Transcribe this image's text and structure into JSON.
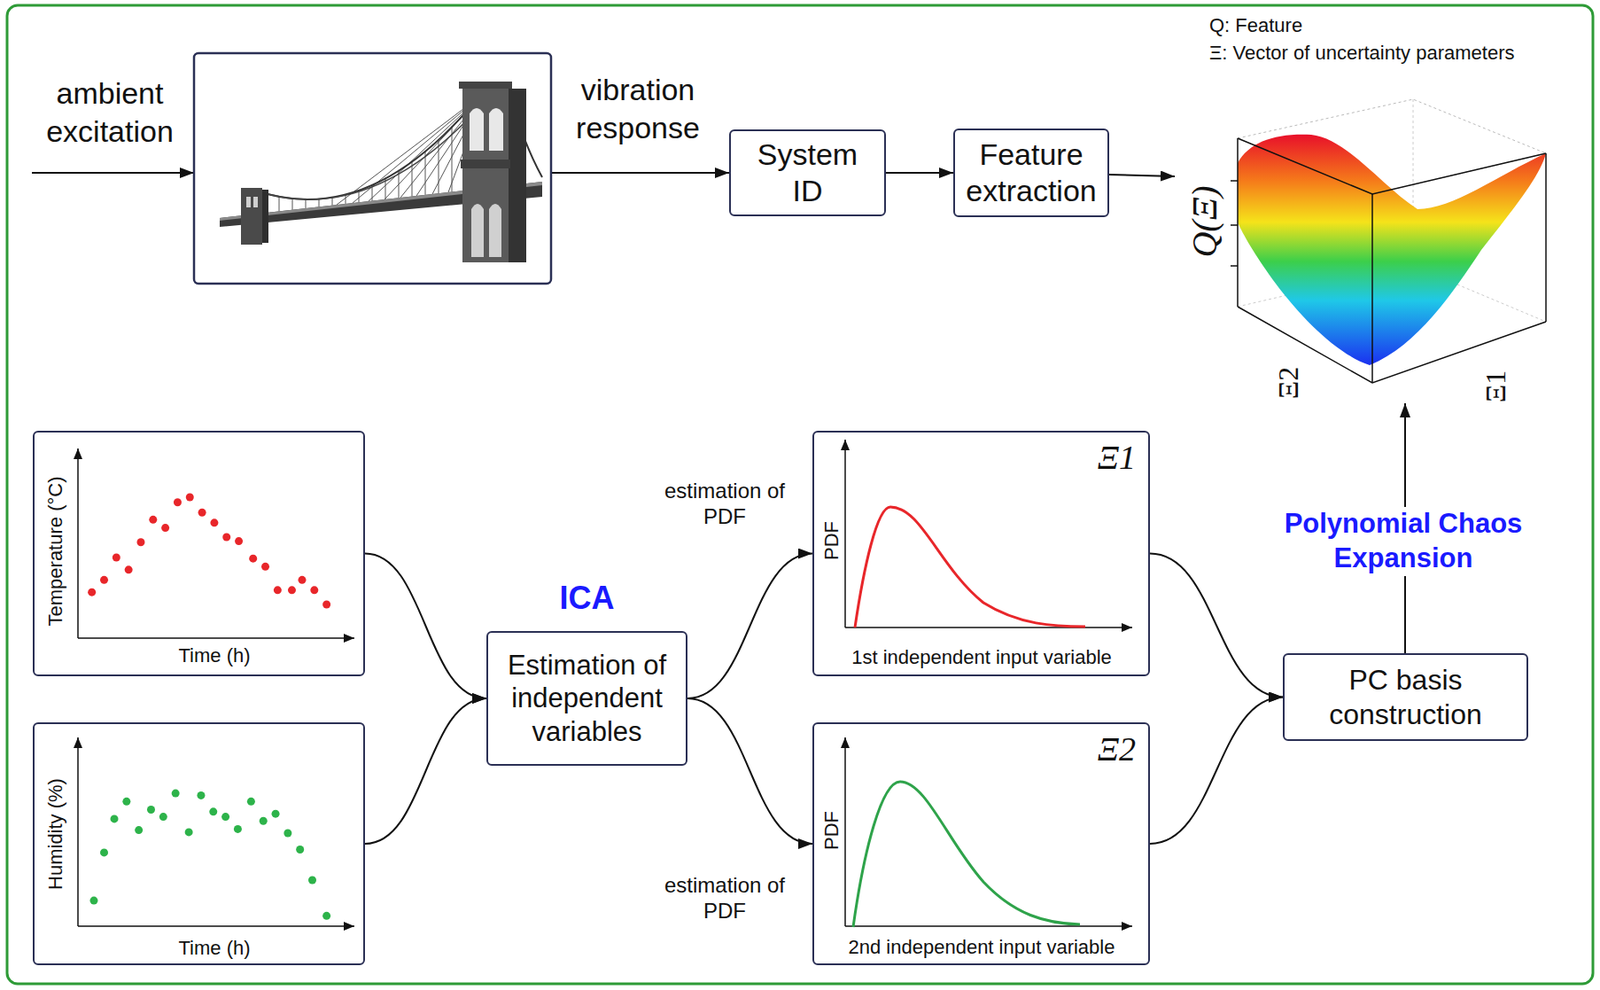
{
  "diagram": {
    "nodes": [
      {
        "text": [
          "System ID"
        ]
      },
      {
        "text": [
          "Feature extraction"
        ]
      },
      {
        "text": [
          "Temperature (°C)",
          "Time (h)"
        ]
      },
      {
        "text": [
          "Humidity (%)",
          "Time (h)"
        ]
      },
      {
        "text": [
          "ICA",
          "Estimation of independent variables"
        ]
      },
      {
        "text": [
          "Ξ1",
          "PDF",
          "1st independent input variable"
        ]
      },
      {
        "text": [
          "Ξ2",
          "PDF",
          "2nd independent input variable"
        ]
      },
      {
        "text": [
          "PC basis construction"
        ]
      }
    ],
    "edges": [
      {
        "from": 0,
        "to": 1,
        "arrow": "to"
      },
      {
        "from": 2,
        "to": 4,
        "arrow": "to"
      },
      {
        "from": 3,
        "to": 4,
        "arrow": "to"
      },
      {
        "from": 4,
        "to": 5,
        "label": "estimation of PDF",
        "arrow": "to"
      },
      {
        "from": 4,
        "to": 6,
        "label": "estimation of PDF",
        "arrow": "to"
      },
      {
        "from": 5,
        "to": 7,
        "arrow": "to"
      },
      {
        "from": 6,
        "to": 7,
        "arrow": "to"
      }
    ],
    "labels": [
      "ambient excitation",
      "vibration response",
      "Q: Feature",
      "Ξ: Vector of uncertainty parameters",
      "Q(Ξ)",
      "Ξ2",
      "Ξ1",
      "Polynomial Chaos Expansion"
    ]
  }
}
